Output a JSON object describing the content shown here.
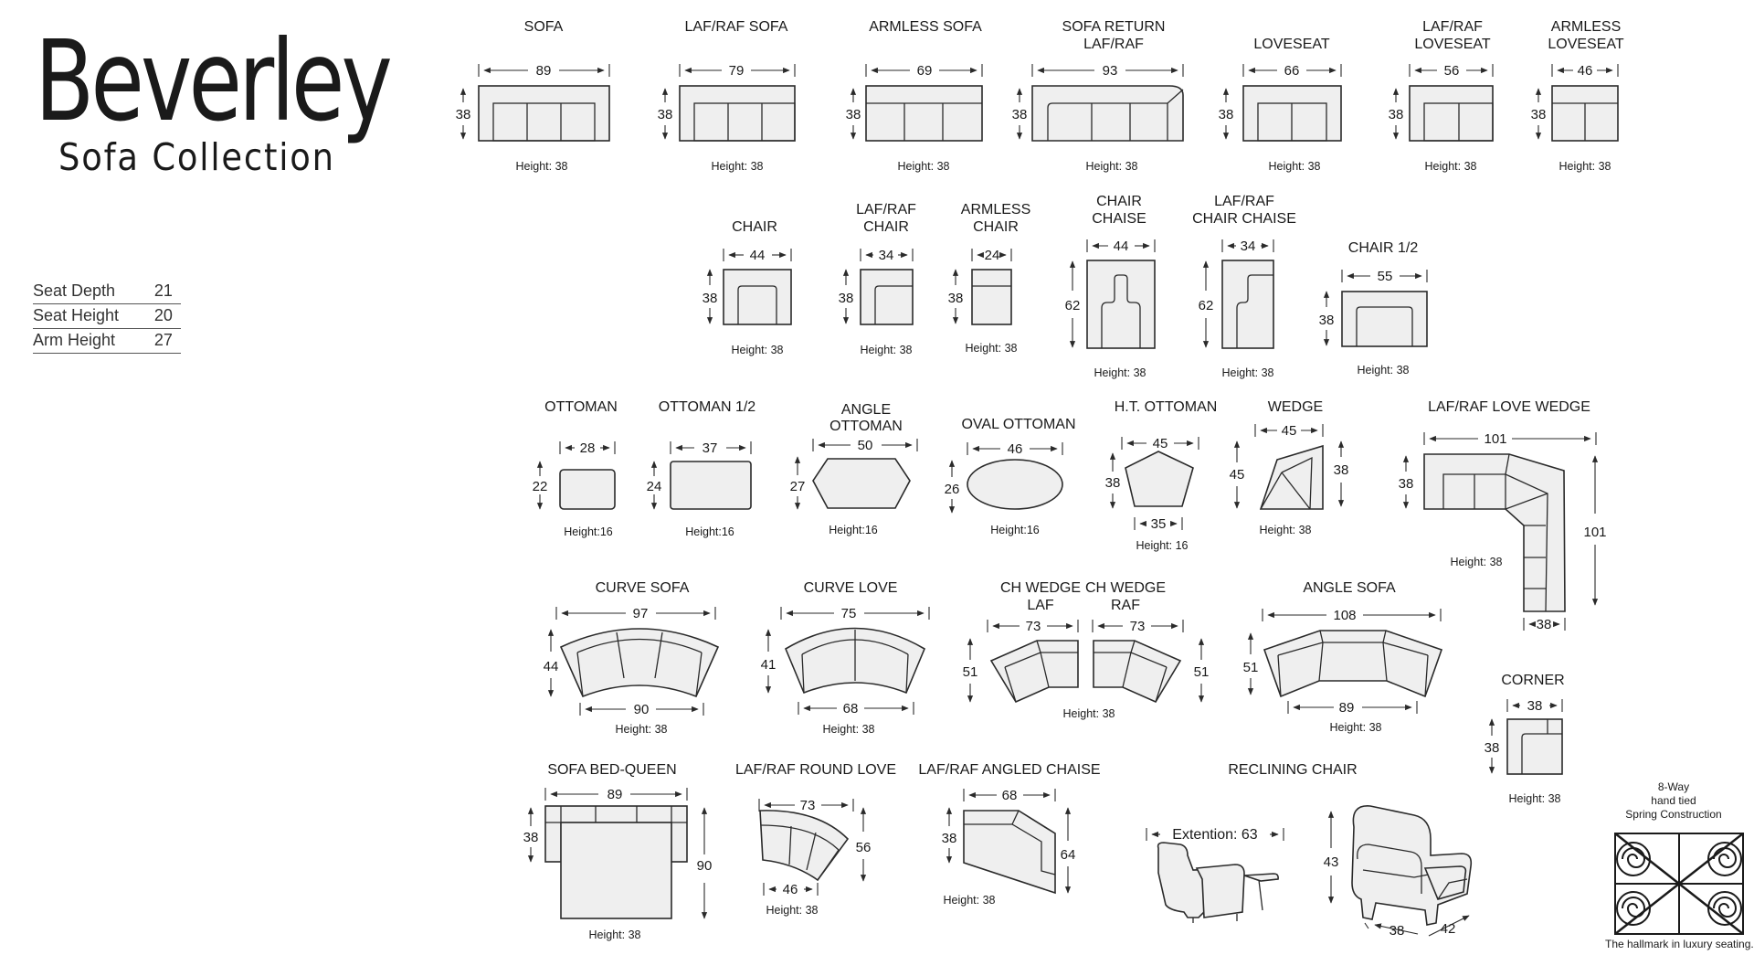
{
  "brand": {
    "title": "Beverley",
    "subtitle": "Sofa Collection"
  },
  "specs": [
    {
      "label": "Seat Depth",
      "value": "21"
    },
    {
      "label": "Seat Height",
      "value": "20"
    },
    {
      "label": "Arm Height",
      "value": "27"
    }
  ],
  "pieces": {
    "sofa": {
      "title": [
        "SOFA"
      ],
      "width": "89",
      "depth": "38",
      "height": "Height: 38"
    },
    "laf_raf_sofa": {
      "title": [
        "LAF/RAF  SOFA"
      ],
      "width": "79",
      "depth": "38",
      "height": "Height: 38"
    },
    "armless_sofa": {
      "title": [
        "ARMLESS  SOFA"
      ],
      "width": "69",
      "depth": "38",
      "height": "Height: 38"
    },
    "sofa_return": {
      "title": [
        "SOFA RETURN",
        "LAF/RAF"
      ],
      "width": "93",
      "depth": "38",
      "height": "Height: 38"
    },
    "loveseat": {
      "title": [
        "LOVESEAT"
      ],
      "width": "66",
      "depth": "38",
      "height": "Height: 38"
    },
    "laf_raf_loveseat": {
      "title": [
        "LAF/RAF",
        "LOVESEAT"
      ],
      "width": "56",
      "depth": "38",
      "height": "Height: 38"
    },
    "armless_loveseat": {
      "title": [
        "ARMLESS",
        "LOVESEAT"
      ],
      "width": "46",
      "depth": "38",
      "height": "Height: 38"
    },
    "chair": {
      "title": [
        "CHAIR"
      ],
      "width": "44",
      "depth": "38",
      "height": "Height: 38"
    },
    "laf_raf_chair": {
      "title": [
        "LAF/RAF",
        "CHAIR"
      ],
      "width": "34",
      "depth": "38",
      "height": "Height: 38"
    },
    "armless_chair": {
      "title": [
        "ARMLESS",
        "CHAIR"
      ],
      "width": "24",
      "depth": "38",
      "height": "Height: 38"
    },
    "chair_chaise": {
      "title": [
        "CHAIR",
        "CHAISE"
      ],
      "width": "44",
      "depth": "62",
      "height": "Height: 38"
    },
    "laf_raf_chair_chaise": {
      "title": [
        "LAF/RAF",
        "CHAIR CHAISE"
      ],
      "width": "34",
      "depth": "62",
      "height": "Height: 38"
    },
    "chair_half": {
      "title": [
        "CHAIR 1/2"
      ],
      "width": "55",
      "depth": "38",
      "height": "Height: 38"
    },
    "ottoman": {
      "title": [
        "OTTOMAN"
      ],
      "width": "28",
      "depth": "22",
      "height": "Height:16"
    },
    "ottoman_half": {
      "title": [
        "OTTOMAN 1/2"
      ],
      "width": "37",
      "depth": "24",
      "height": "Height:16"
    },
    "angle_ottoman": {
      "title": [
        "ANGLE",
        "OTTOMAN"
      ],
      "width": "50",
      "depth": "27",
      "height": "Height:16"
    },
    "oval_ottoman": {
      "title": [
        "OVAL OTTOMAN"
      ],
      "width": "46",
      "depth": "26",
      "height": "Height:16"
    },
    "ht_ottoman": {
      "title": [
        "H.T. OTTOMAN"
      ],
      "width": "45",
      "width2": "35",
      "depth": "38",
      "height": "Height: 16"
    },
    "wedge": {
      "title": [
        "WEDGE"
      ],
      "width": "45",
      "depth": "45",
      "depth2": "38",
      "height": "Height: 38"
    },
    "love_wedge": {
      "title": [
        "LAF/RAF LOVE WEDGE"
      ],
      "width": "101",
      "depth": "38",
      "depth2": "101",
      "width2": "38",
      "height": "Height: 38"
    },
    "curve_sofa": {
      "title": [
        "CURVE SOFA"
      ],
      "width": "97",
      "width2": "90",
      "depth": "44",
      "height": "Height: 38"
    },
    "curve_love": {
      "title": [
        "CURVE LOVE"
      ],
      "width": "75",
      "width2": "68",
      "depth": "41",
      "height": "Height: 38"
    },
    "ch_wedge": {
      "title_laf": [
        "CH WEDGE",
        "LAF"
      ],
      "title_raf": [
        "CH WEDGE",
        "RAF"
      ],
      "width": "73",
      "depth": "51",
      "height": "Height: 38"
    },
    "angle_sofa": {
      "title": [
        "ANGLE SOFA"
      ],
      "width": "108",
      "width2": "89",
      "depth": "51",
      "height": "Height: 38"
    },
    "corner": {
      "title": [
        "CORNER"
      ],
      "width": "38",
      "depth": "38",
      "height": "Height: 38"
    },
    "sofa_bed": {
      "title": [
        "SOFA BED-QUEEN"
      ],
      "width": "89",
      "depth": "38",
      "depth2": "90",
      "height": "Height: 38"
    },
    "round_love": {
      "title": [
        "LAF/RAF ROUND LOVE"
      ],
      "width": "73",
      "width2": "46",
      "depth": "56",
      "height": "Height: 38"
    },
    "angled_chaise": {
      "title": [
        "LAF/RAF ANGLED CHAISE"
      ],
      "width": "68",
      "depth": "38",
      "depth2": "64",
      "height": "Height: 38"
    },
    "recliner": {
      "title": [
        "RECLINING CHAIR"
      ],
      "extension": "Extention: 63",
      "height": "43",
      "depth": "38",
      "depth2": "42"
    }
  },
  "spring": {
    "caption": [
      "8-Way",
      "hand tied",
      "Spring Construction"
    ],
    "footer": "The hallmark in luxury seating."
  }
}
